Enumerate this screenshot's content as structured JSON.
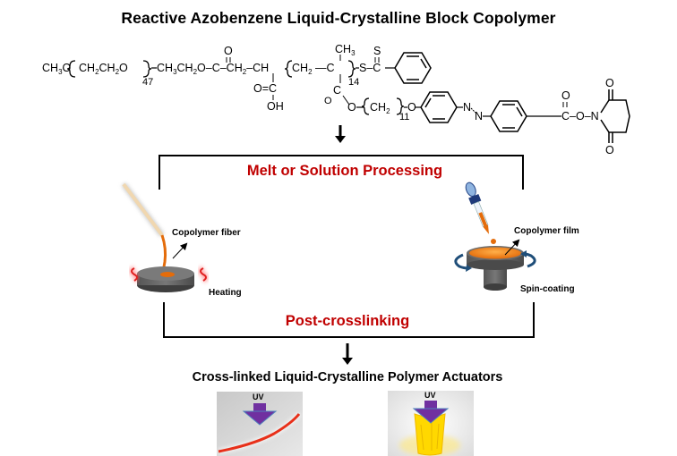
{
  "title": "Reactive Azobenzene Liquid-Crystalline Block Copolymer",
  "structure": {
    "peg_chain": "CH₃O❴CH₂CH₂O❵",
    "peg_repeat": "47",
    "linker": "CH₃CH₂O–C–CH₂–CH",
    "carbonyl_o": "O",
    "cooh_top": "O=C",
    "cooh_bottom": "OH",
    "backbone": "❴CH₂—C❵",
    "methyl": "CH₃",
    "backbone_repeat": "14",
    "raft_end": "S–C",
    "thio_s": "S",
    "ester_o": "O",
    "spacer": "O❴CH₂❵",
    "spacer_repeat": "11",
    "ether_o": "O",
    "azo": "N=N",
    "nhs_link": "C–O–N",
    "nhs_carbonyl_top": "O",
    "nhs_carbonyl_bottom": "O",
    "side_carbonyl_o": "O"
  },
  "process_box": {
    "top_label": "Melt or Solution Processing",
    "bottom_label": "Post-crosslinking"
  },
  "left_panel": {
    "fiber_label": "Copolymer fiber",
    "heating_label": "Heating"
  },
  "right_panel": {
    "film_label": "Copolymer film",
    "spin_label": "Spin-coating"
  },
  "result": {
    "title": "Cross-linked Liquid-Crystalline Polymer Actuators",
    "left_photo_label": "UV",
    "right_photo_label": "UV"
  },
  "colors": {
    "process_red": "#c00000",
    "polymer_orange": "#e46c0a",
    "uv_arrow": "#7030a0",
    "uv_arrow_edge": "#4f81bd",
    "spin_arrow": "#1f4e79",
    "heater_red": "#e02020",
    "stage_gray": "#6d6d6d",
    "fiber_red": "#e8301a",
    "film_yellow": "#ffd800"
  }
}
